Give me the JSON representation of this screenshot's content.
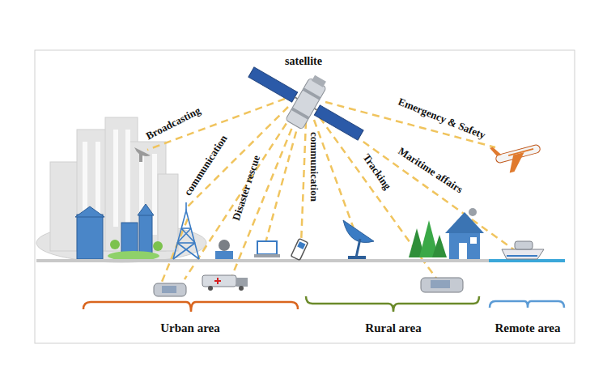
{
  "diagram": {
    "labels": [
      "satellite",
      "Broadcasting",
      "communication",
      "Disaster rescue",
      "communication",
      "Tracking",
      "Emergency & Safety",
      "Maritime affairs",
      "Urban area",
      "Rural area",
      "Remote area"
    ]
  }
}
